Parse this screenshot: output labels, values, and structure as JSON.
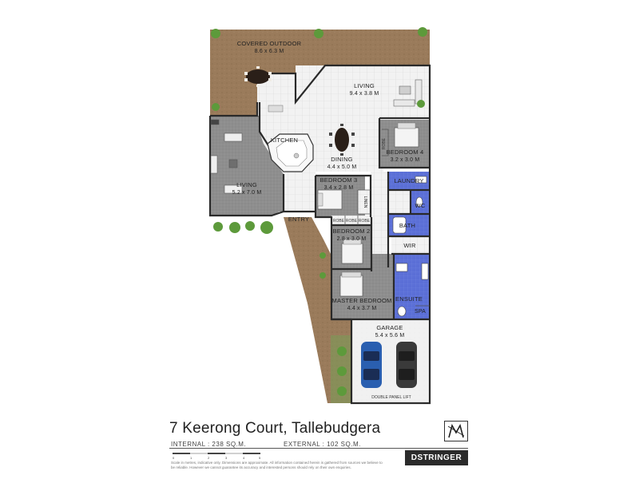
{
  "rooms": [
    {
      "id": "covered_outdoor",
      "name": "COVERED OUTDOOR",
      "dims": "8.6 x 6.3 M"
    },
    {
      "id": "living_main",
      "name": "LIVING",
      "dims": "9.4 x 3.8 M"
    },
    {
      "id": "kitchen",
      "name": "KITCHEN",
      "dims": ""
    },
    {
      "id": "dining",
      "name": "DINING",
      "dims": "4.4 x 5.0 M"
    },
    {
      "id": "living_west",
      "name": "LIVING",
      "dims": "5.2 x 7.0 M"
    },
    {
      "id": "bedroom4",
      "name": "BEDROOM 4",
      "dims": "3.2 x 3.0 M"
    },
    {
      "id": "bedroom3",
      "name": "BEDROOM 3",
      "dims": "3.4 x 2.8 M"
    },
    {
      "id": "bedroom2",
      "name": "BEDROOM 2",
      "dims": "2.8 x 3.0 M"
    },
    {
      "id": "master",
      "name": "MASTER BEDROOM",
      "dims": "4.4 x 3.7 M"
    },
    {
      "id": "garage",
      "name": "GARAGE",
      "dims": "5.4 x 5.6 M"
    },
    {
      "id": "laundry",
      "name": "LAUNDRY",
      "dims": ""
    },
    {
      "id": "wc",
      "name": "WC",
      "dims": ""
    },
    {
      "id": "bath",
      "name": "BATH",
      "dims": ""
    },
    {
      "id": "wir",
      "name": "WIR",
      "dims": ""
    },
    {
      "id": "ensuite",
      "name": "ENSUITE",
      "dims": ""
    },
    {
      "id": "spa",
      "name": "SPA",
      "dims": ""
    }
  ],
  "labels": {
    "entry": "ENTRY",
    "robe": "ROBE",
    "linen": "LINEN",
    "garage_door": "DOUBLE PANEL LIFT"
  },
  "property": {
    "address": "7 Keerong Court, Tallebudgera",
    "internal": "INTERNAL :  238 SQ.M.",
    "external": "EXTERNAL :  102 SQ.M.",
    "scale_ticks": [
      "0",
      "1",
      "2",
      "3",
      "4",
      "5"
    ],
    "disclaimer": "Scale in metres, indicative only. Dimensions are approximate. All information contained herein is gathered from sources we believe to be reliable. However we cannot guarantee its accuracy and interested persons should rely on their own enquiries."
  },
  "brand": {
    "name": "DSTRINGER"
  },
  "colors": {
    "deck": "#9a7b5b",
    "tile": "#eeeeee",
    "carpet": "#8f8f8f",
    "wet_area": "#5b6fd6",
    "wall": "#2a2a2a",
    "car_blue": "#2a5fb0",
    "car_grey": "#3a3a3a",
    "plants": "#5d9a3b"
  }
}
